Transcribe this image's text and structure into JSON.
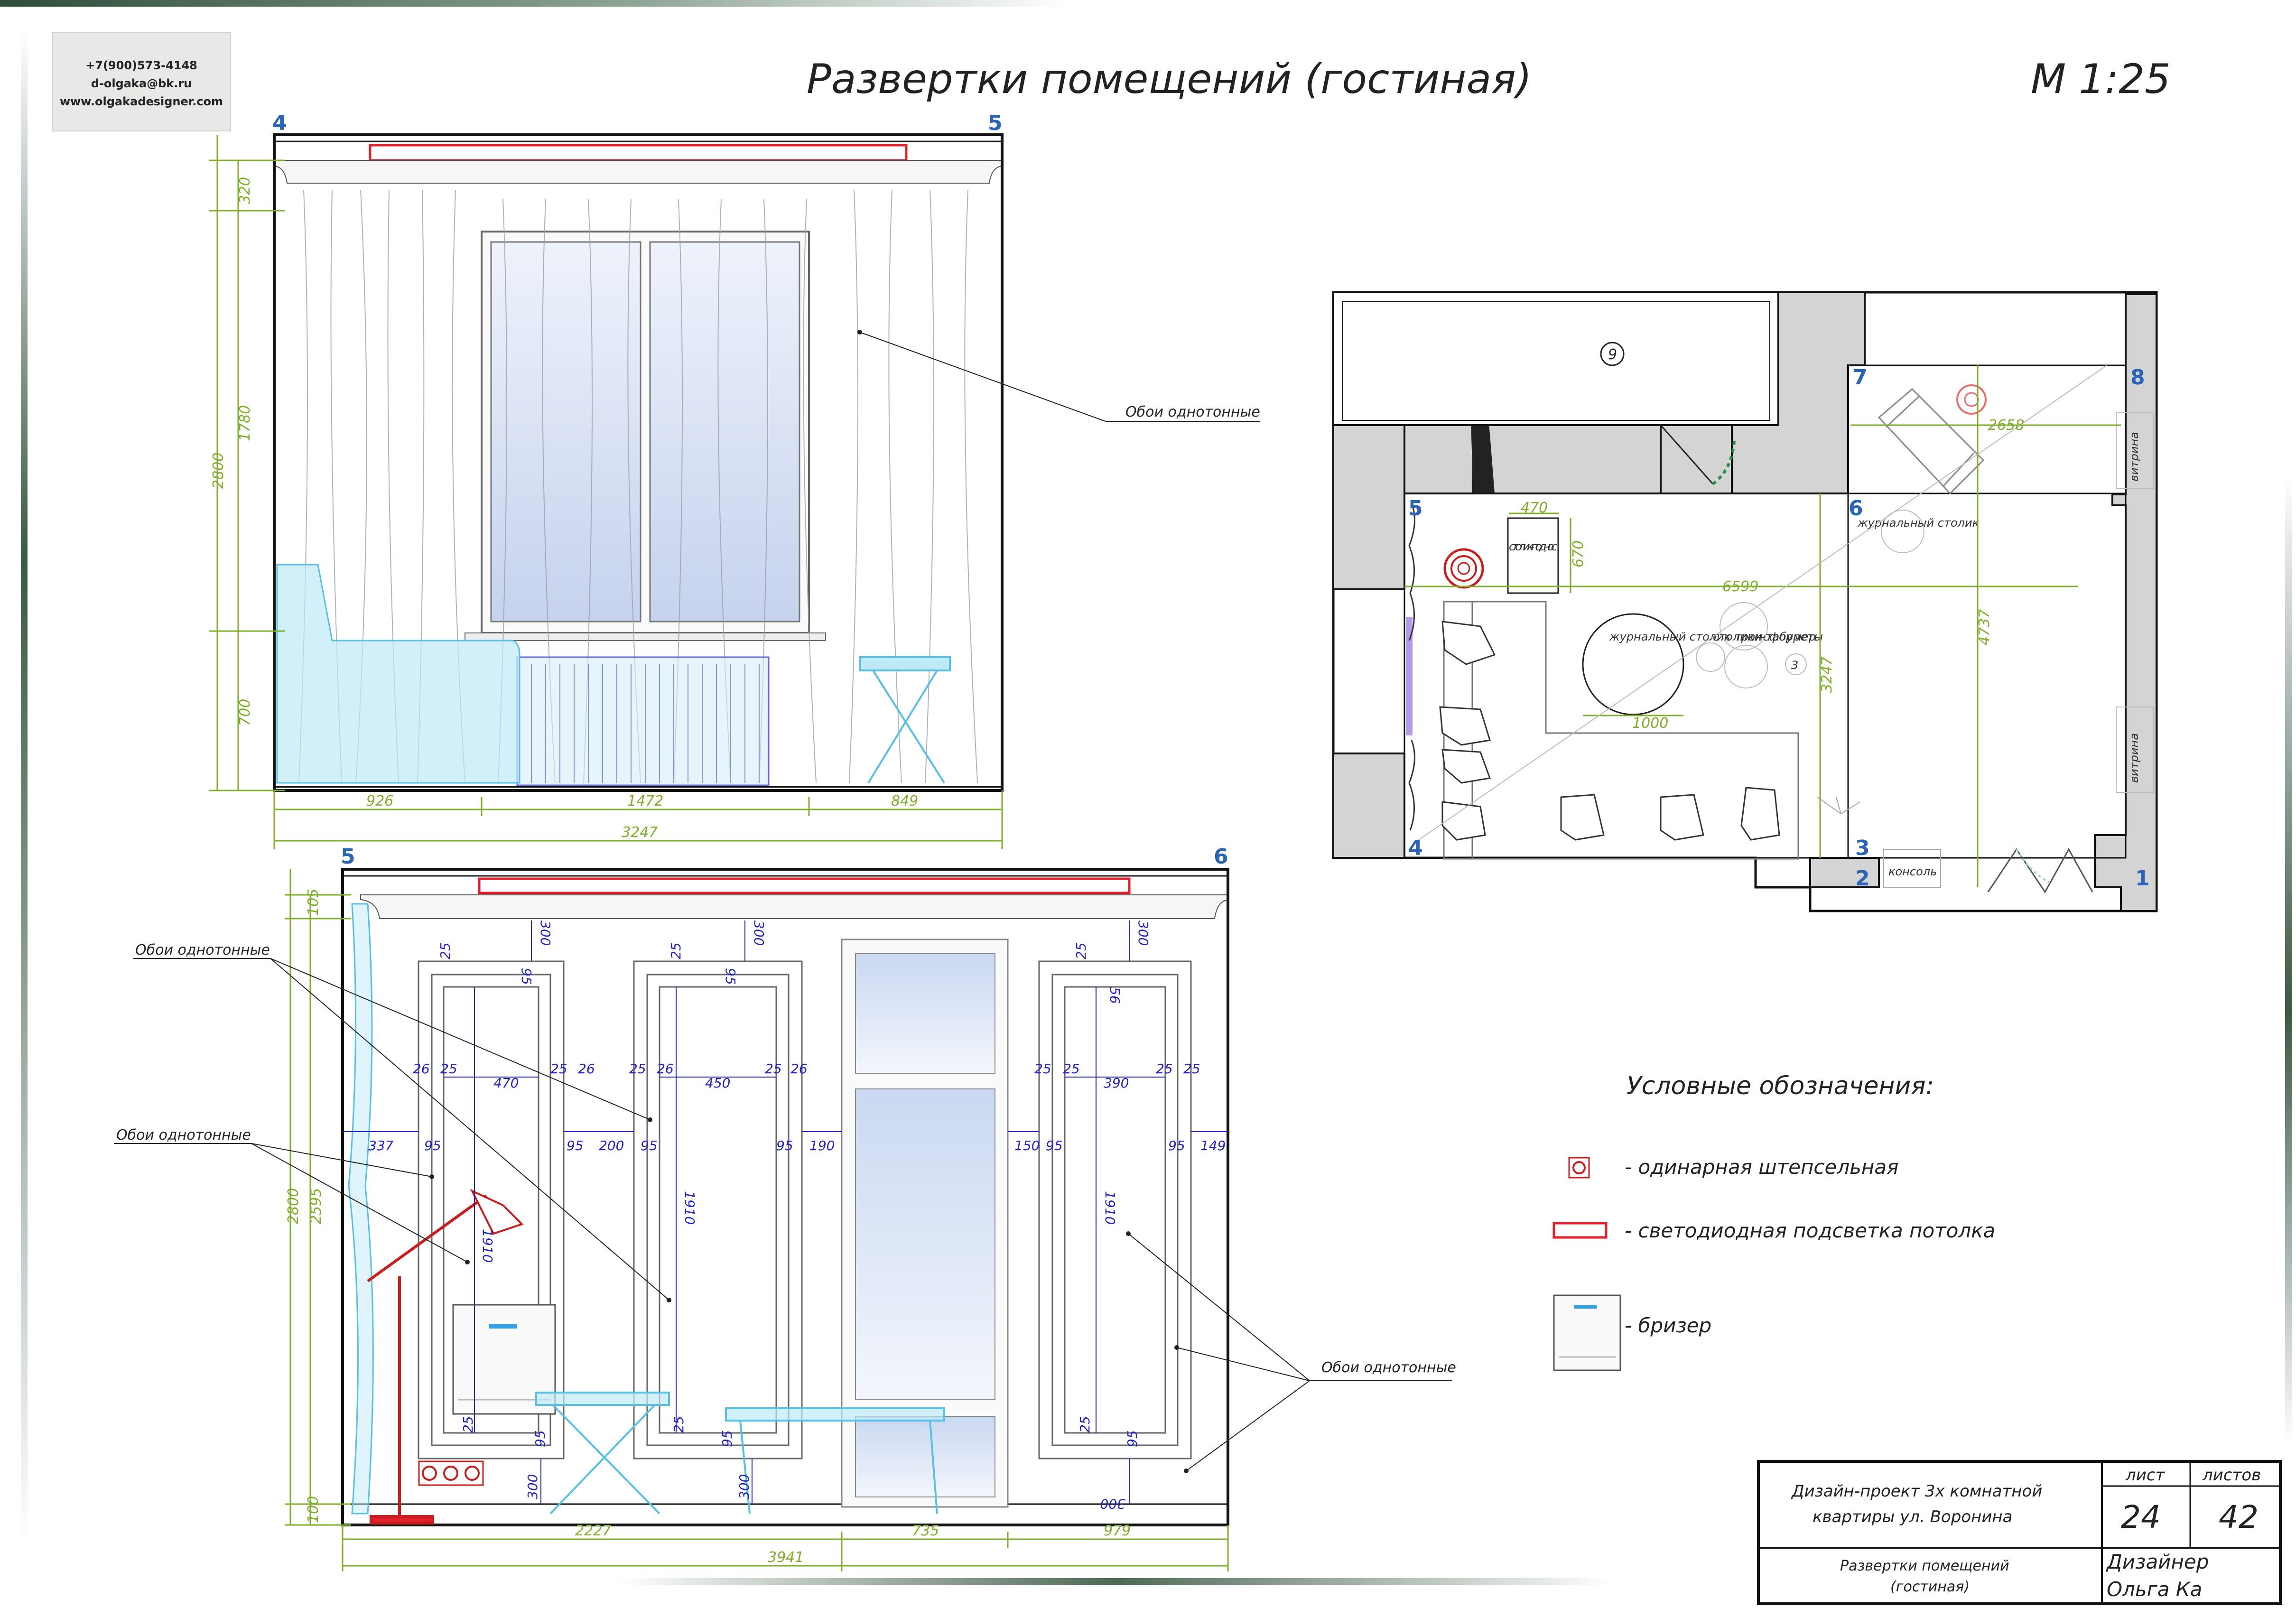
{
  "title": "Развертки помещений (гостиная)",
  "scale": "М 1:25",
  "contacts": {
    "phone": "+7(900)573-4148",
    "email": "d-olgaka@bk.ru",
    "site": "www.olgakadesigner.com"
  },
  "elevation_top": {
    "marks": [
      "4",
      "5"
    ],
    "note": "Обои однотонные",
    "vertical_dims": [
      "320",
      "1780",
      "700"
    ],
    "total_height": "2800",
    "horizontal_dims": [
      "926",
      "1472",
      "849"
    ],
    "total_width": "3247"
  },
  "elevation_bottom": {
    "marks": [
      "5",
      "6"
    ],
    "notes": [
      "Обои однотонные",
      "Обои однотонные",
      "Обои однотонные"
    ],
    "vertical_dims": [
      "105",
      "2595",
      "100"
    ],
    "total_height": "2800",
    "panel_top_gaps": [
      "300",
      "300",
      "300"
    ],
    "panel_bottom_gaps": [
      "300",
      "300",
      "300"
    ],
    "panel_widths": [
      "470",
      "450",
      "390"
    ],
    "panel_heights": [
      "1910",
      "1910",
      "1910"
    ],
    "frame_25": "25",
    "frame_26": "26",
    "frame_95": "95",
    "frame_56": "56",
    "side_gaps": [
      "337",
      "200",
      "190",
      "150",
      "149"
    ],
    "bottom_dims": [
      "2227",
      "735",
      "979"
    ],
    "total_width": "3941"
  },
  "plan": {
    "room_number": "9",
    "marks": [
      "5",
      "6",
      "4",
      "3",
      "2",
      "1",
      "7",
      "8"
    ],
    "dims": {
      "table_w": "470",
      "table_d": "670",
      "width_top": "2658",
      "length": "6599",
      "depth": "3247",
      "height_right": "4737",
      "coffee_table": "1000"
    },
    "labels": {
      "tray_table": "столик-поднос",
      "coffee_table": "журнальный столик трансформер",
      "stools": "столики-табуреты",
      "magazine_table": "журнальный столик",
      "console": "консоль",
      "showcase": "витрина",
      "num_3": "3"
    }
  },
  "legend": {
    "title": "Условные обозначения:",
    "items": [
      "- одинарная штепсельная",
      "- светодиодная подсветка потолка",
      "- бризер"
    ]
  },
  "stamp": {
    "project_line1": "Дизайн-проект 3х комнатной",
    "project_line2": "квартиры ул. Воронина",
    "sheet_label": "лист",
    "sheets_label": "листов",
    "sheet": "24",
    "sheets": "42",
    "drawing_line1": "Развертки помещений",
    "drawing_line2": "(гостиная)",
    "role": "Дизайнер",
    "author": "Ольга Ка"
  },
  "colors": {
    "dimension_green": "#7fae2a",
    "dimension_blue": "#2222c8",
    "led_red": "#e0202a",
    "elevation_mark": "#2a64b4",
    "furniture_cyan": "#8ed6ee"
  }
}
